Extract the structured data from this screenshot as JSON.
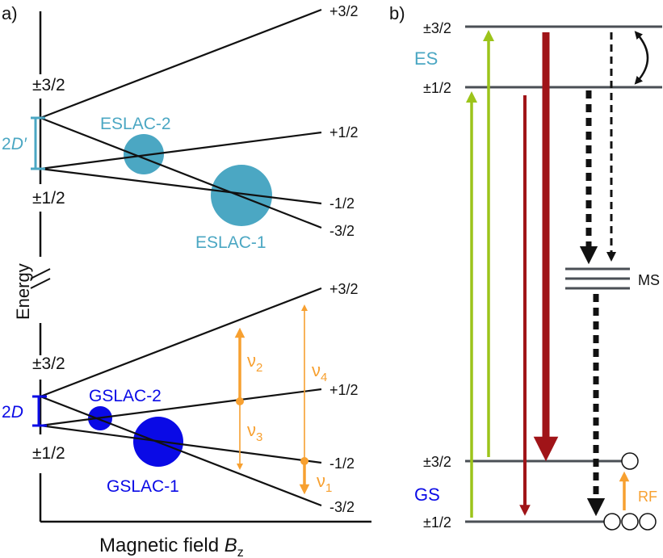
{
  "panel_a": {
    "label": "a)",
    "energy_axis_label": "Energy",
    "xaxis_label_prefix": "Magnetic field ",
    "xaxis_label_var": "B",
    "xaxis_label_sub": "z",
    "es": {
      "group_labels": [
        "±3/2",
        "±1/2"
      ],
      "split_label_prefix": "2",
      "split_label_var": "D′",
      "line_end_labels": [
        "+3/2",
        "+1/2",
        "-1/2",
        "-3/2"
      ],
      "crossings": [
        "ESLAC-2",
        "ESLAC-1"
      ]
    },
    "gs": {
      "group_labels": [
        "±3/2",
        "±1/2"
      ],
      "split_label_prefix": "2",
      "split_label_var": "D",
      "line_end_labels": [
        "+3/2",
        "+1/2",
        "-1/2",
        "-3/2"
      ],
      "crossings": [
        "GSLAC-2",
        "GSLAC-1"
      ],
      "transitions": [
        {
          "symbol": "ν",
          "sub": "2"
        },
        {
          "symbol": "ν",
          "sub": "3"
        },
        {
          "symbol": "ν",
          "sub": "4"
        },
        {
          "symbol": "ν",
          "sub": "1"
        }
      ]
    }
  },
  "panel_b": {
    "label": "b)",
    "es_label": "ES",
    "gs_label": "GS",
    "ms_label": "MS",
    "rf_label": "RF",
    "es_levels": [
      "±3/2",
      "±1/2"
    ],
    "gs_levels": [
      "±3/2",
      "±1/2"
    ]
  },
  "colors": {
    "es_teal": "#4ba7c3",
    "gs_blue": "#0a0ae6",
    "orange": "#f7a030",
    "green": "#9cc41a",
    "darkred": "#a01418",
    "level_gray": "#4a4f55"
  }
}
